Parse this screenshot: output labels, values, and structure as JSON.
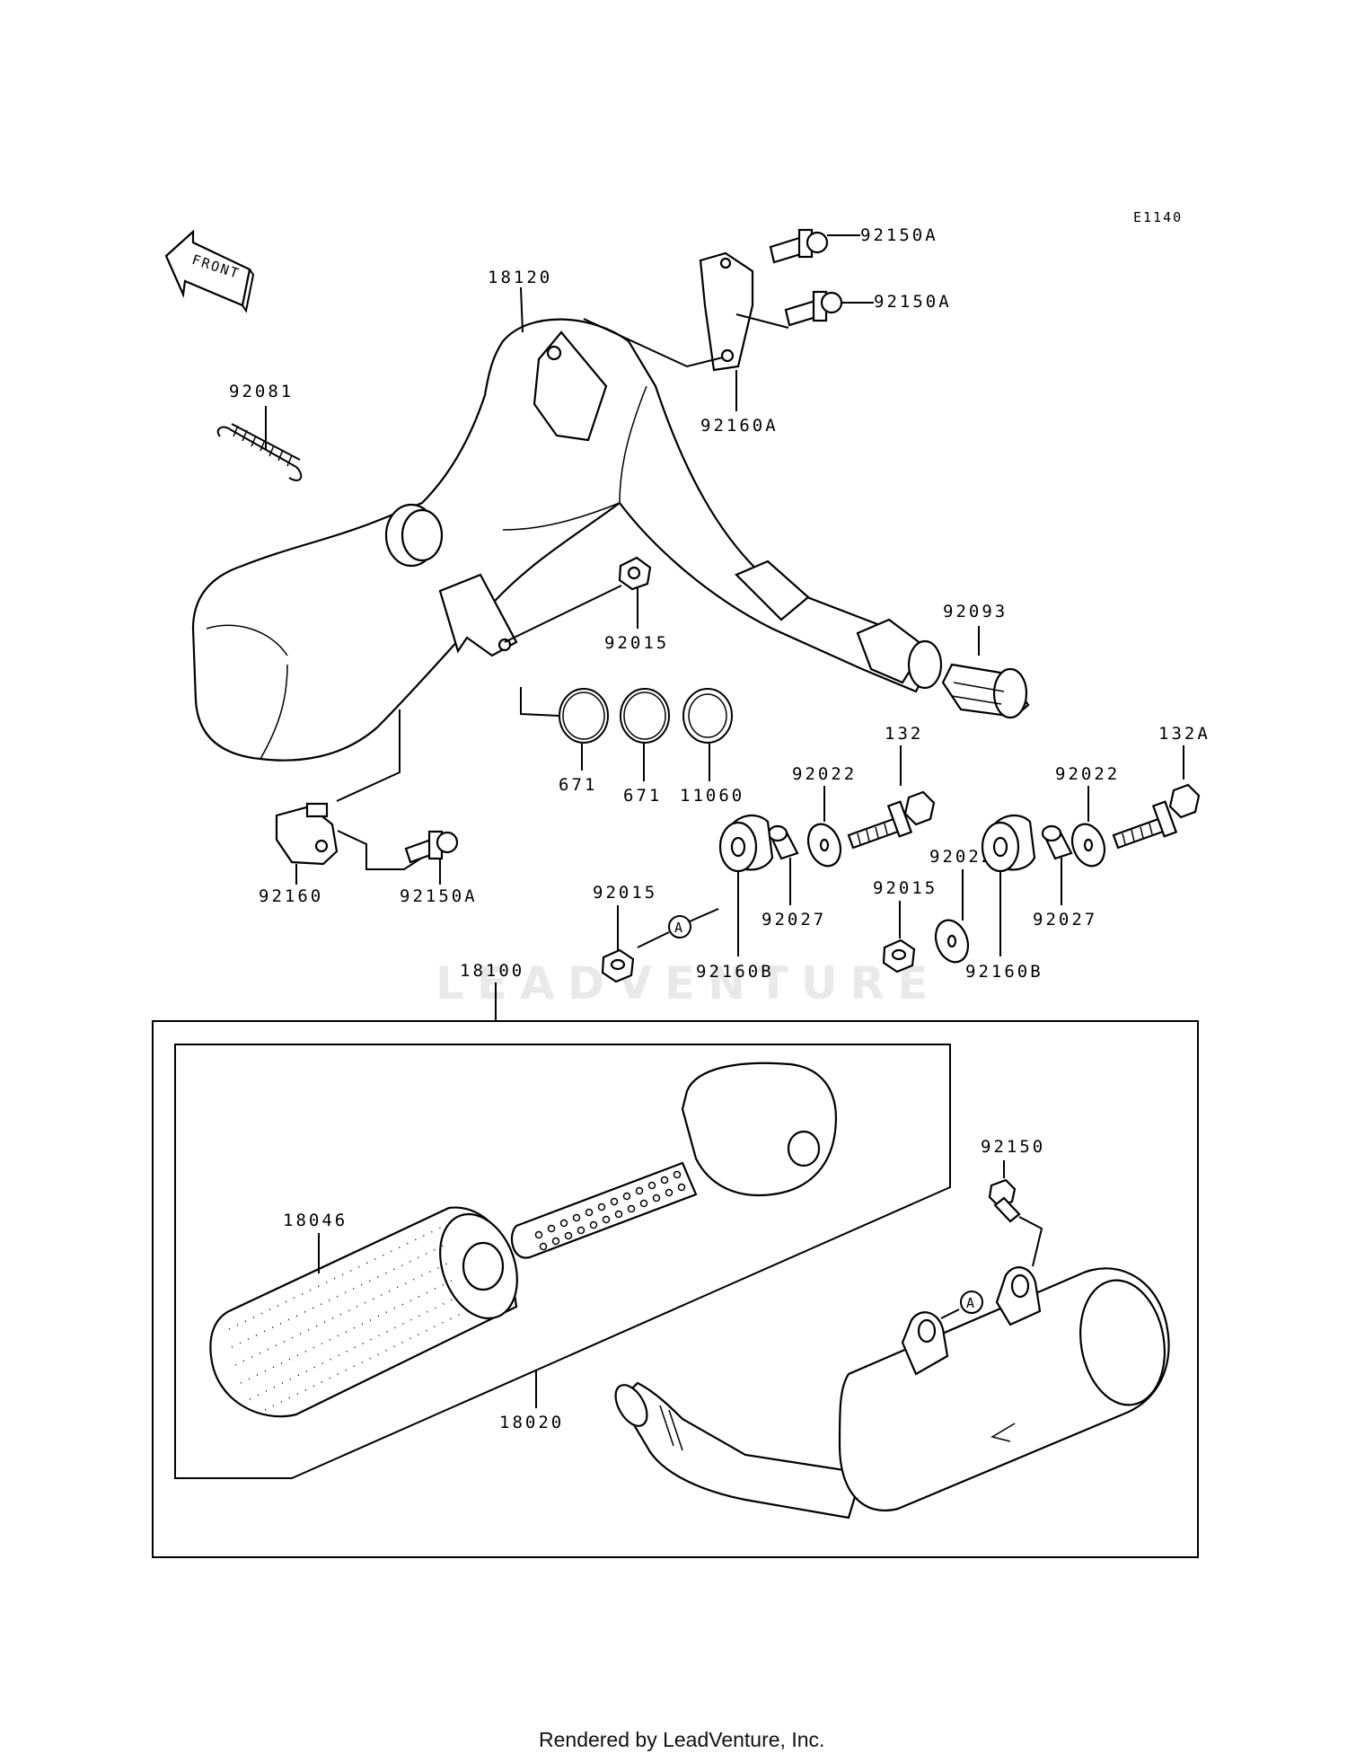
{
  "diagram_code": "E1140",
  "front_label": "FRONT",
  "watermark": "LEADVENTURE",
  "footer": "Rendered by LeadVenture, Inc.",
  "callout_A": "A",
  "parts": {
    "p18120": "18120",
    "p92150A_1": "92150A",
    "p92150A_2": "92150A",
    "p92160A": "92160A",
    "p92081": "92081",
    "p92015_top": "92015",
    "p92093": "92093",
    "p671_1": "671",
    "p671_2": "671",
    "p11060": "11060",
    "p132": "132",
    "p132A": "132A",
    "p92022_1": "92022",
    "p92022_2": "92022",
    "p92022_3": "92022",
    "p92160": "92160",
    "p92150A_3": "92150A",
    "p92015_l": "92015",
    "p92015_r": "92015",
    "p92027_1": "92027",
    "p92027_2": "92027",
    "p92160B_1": "92160B",
    "p92160B_2": "92160B",
    "p18100": "18100",
    "p92150": "92150",
    "p18046": "18046",
    "p18020": "18020"
  }
}
